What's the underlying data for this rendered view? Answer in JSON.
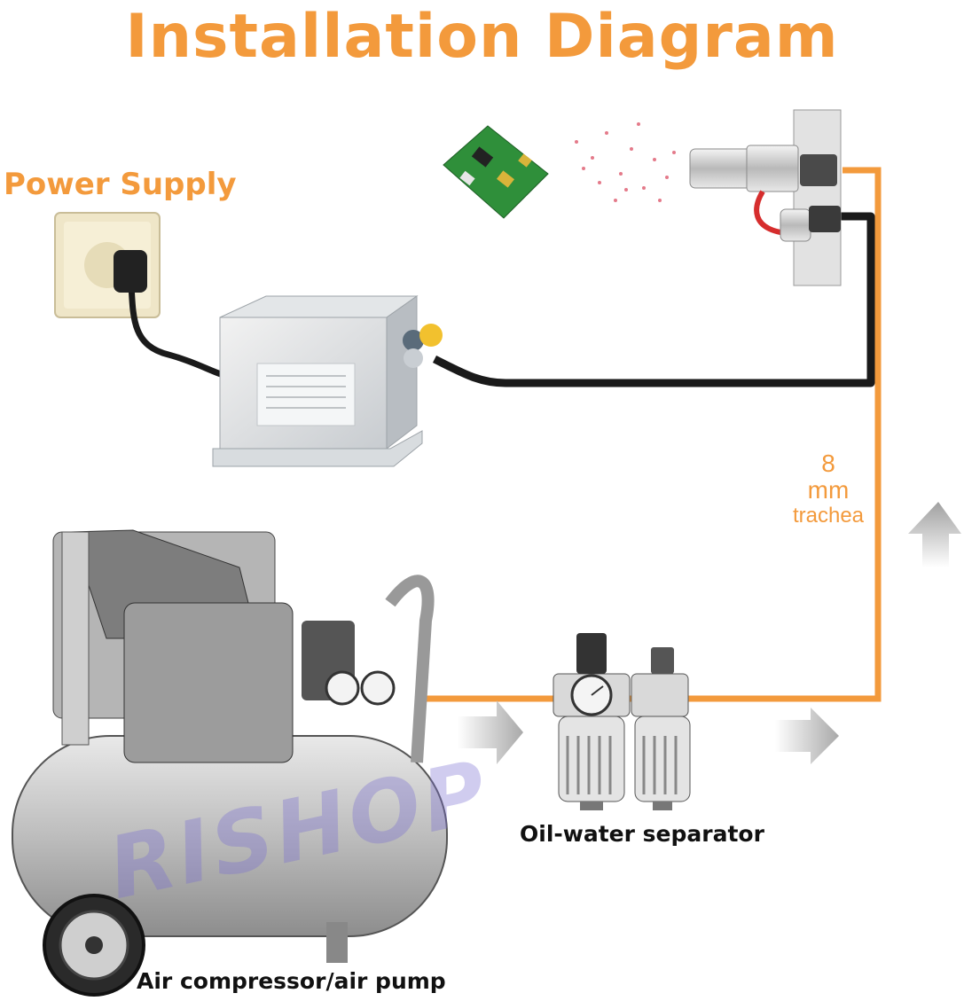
{
  "title": "Installation Diagram",
  "labels": {
    "power_supply": "Power Supply",
    "tube_size": "8",
    "tube_unit": "mm",
    "tube_name": "trachea",
    "separator": "Oil-water separator",
    "compressor": "Air compressor/air pump"
  },
  "watermark": "RISHOP",
  "colors": {
    "accent": "#f39a3c",
    "air_line": "#f39a3c",
    "cable": "#1a1a1a",
    "label_dark": "#111111"
  },
  "icons": [
    "wall-socket-icon",
    "power-plug-icon",
    "high-voltage-generator-icon",
    "circuit-board-icon",
    "ion-nozzle-icon",
    "oil-water-separator-icon",
    "air-compressor-icon",
    "flow-arrow-icon"
  ]
}
